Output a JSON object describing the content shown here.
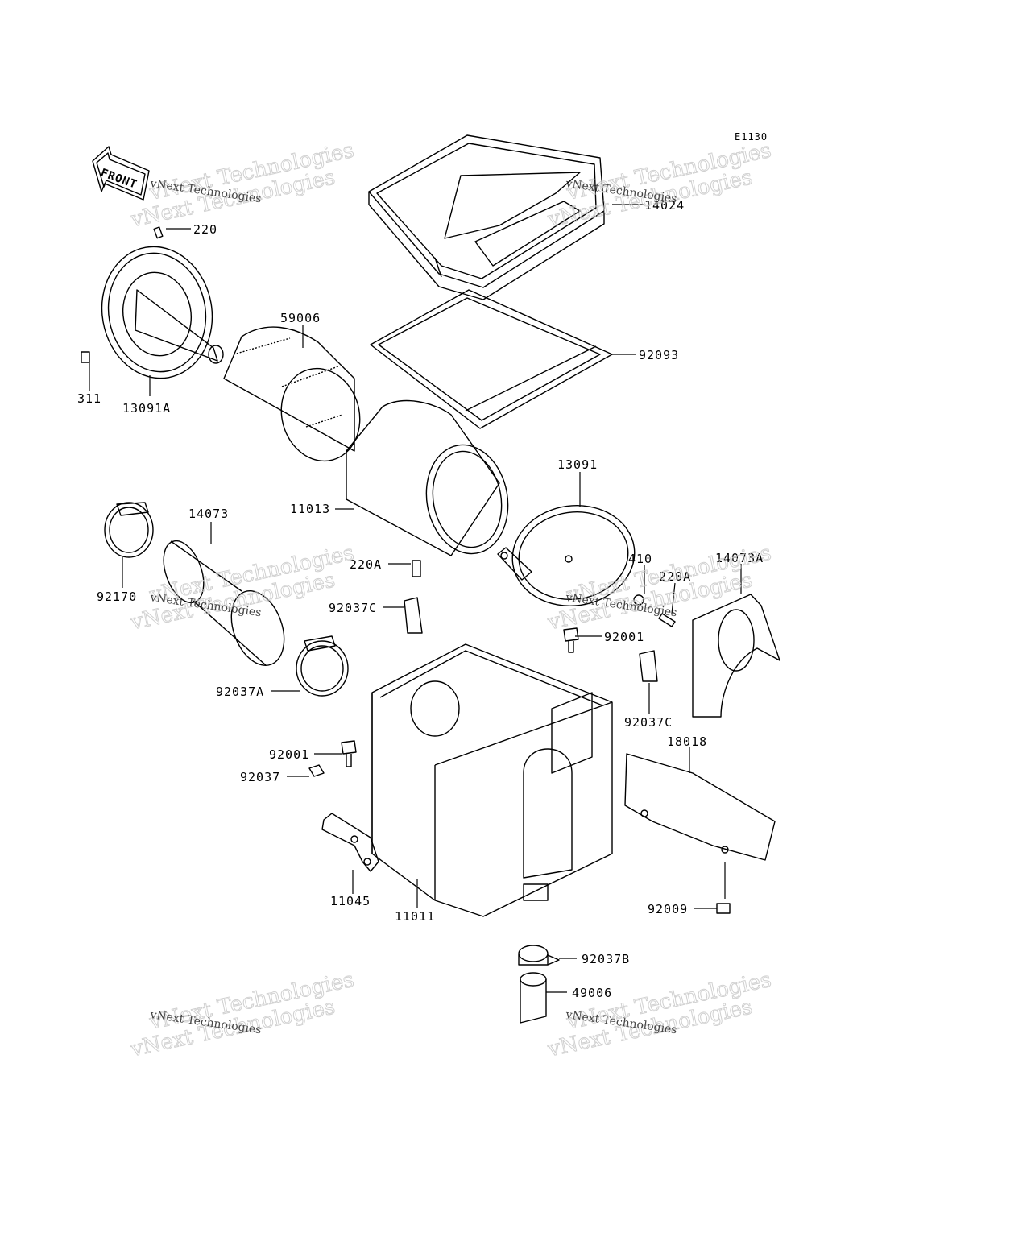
{
  "diagram": {
    "code": "E1130",
    "front_label": "FRONT",
    "watermark": {
      "line1": "vNext Technologies",
      "line2": "vNext Technologies"
    },
    "callouts": {
      "p14024": "14024",
      "p220": "220",
      "p59006": "59006",
      "p92093": "92093",
      "p311": "311",
      "p13091A": "13091A",
      "p13091": "13091",
      "p11013": "11013",
      "p14073": "14073",
      "p92170": "92170",
      "p220A_left": "220A",
      "p410": "410",
      "p220A_right": "220A",
      "p14073A": "14073A",
      "p92037C_left": "92037C",
      "p92001_right": "92001",
      "p92037A": "92037A",
      "p92037C_right": "92037C",
      "p18018": "18018",
      "p92001_left": "92001",
      "p92037": "92037",
      "p11045": "11045",
      "p11011": "11011",
      "p92009": "92009",
      "p92037B": "92037B",
      "p49006": "49006"
    }
  }
}
